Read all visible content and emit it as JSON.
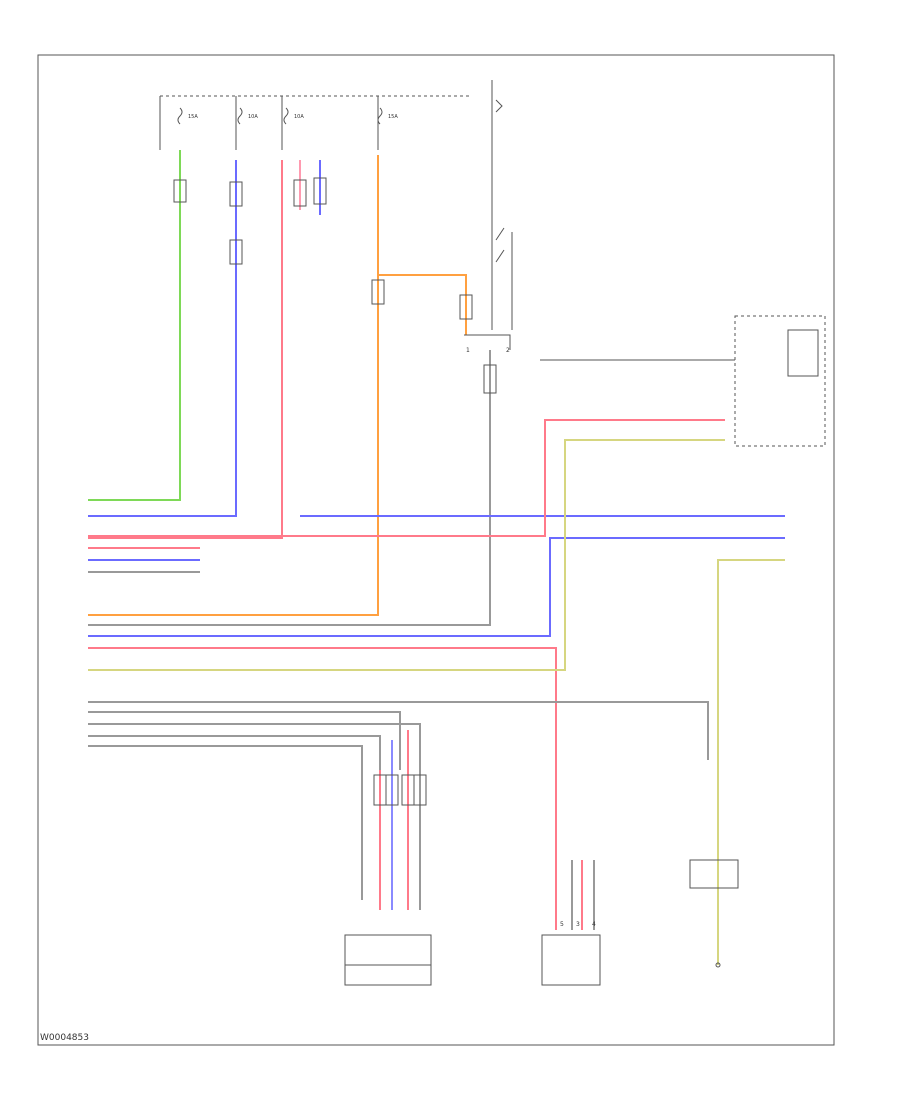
{
  "diagram": {
    "footer_code": "W0004853",
    "fuse_labels": [
      "15A",
      "10A",
      "10A",
      "15A"
    ],
    "pin_labels": [
      "1",
      "2",
      "5",
      "3",
      "4"
    ]
  }
}
